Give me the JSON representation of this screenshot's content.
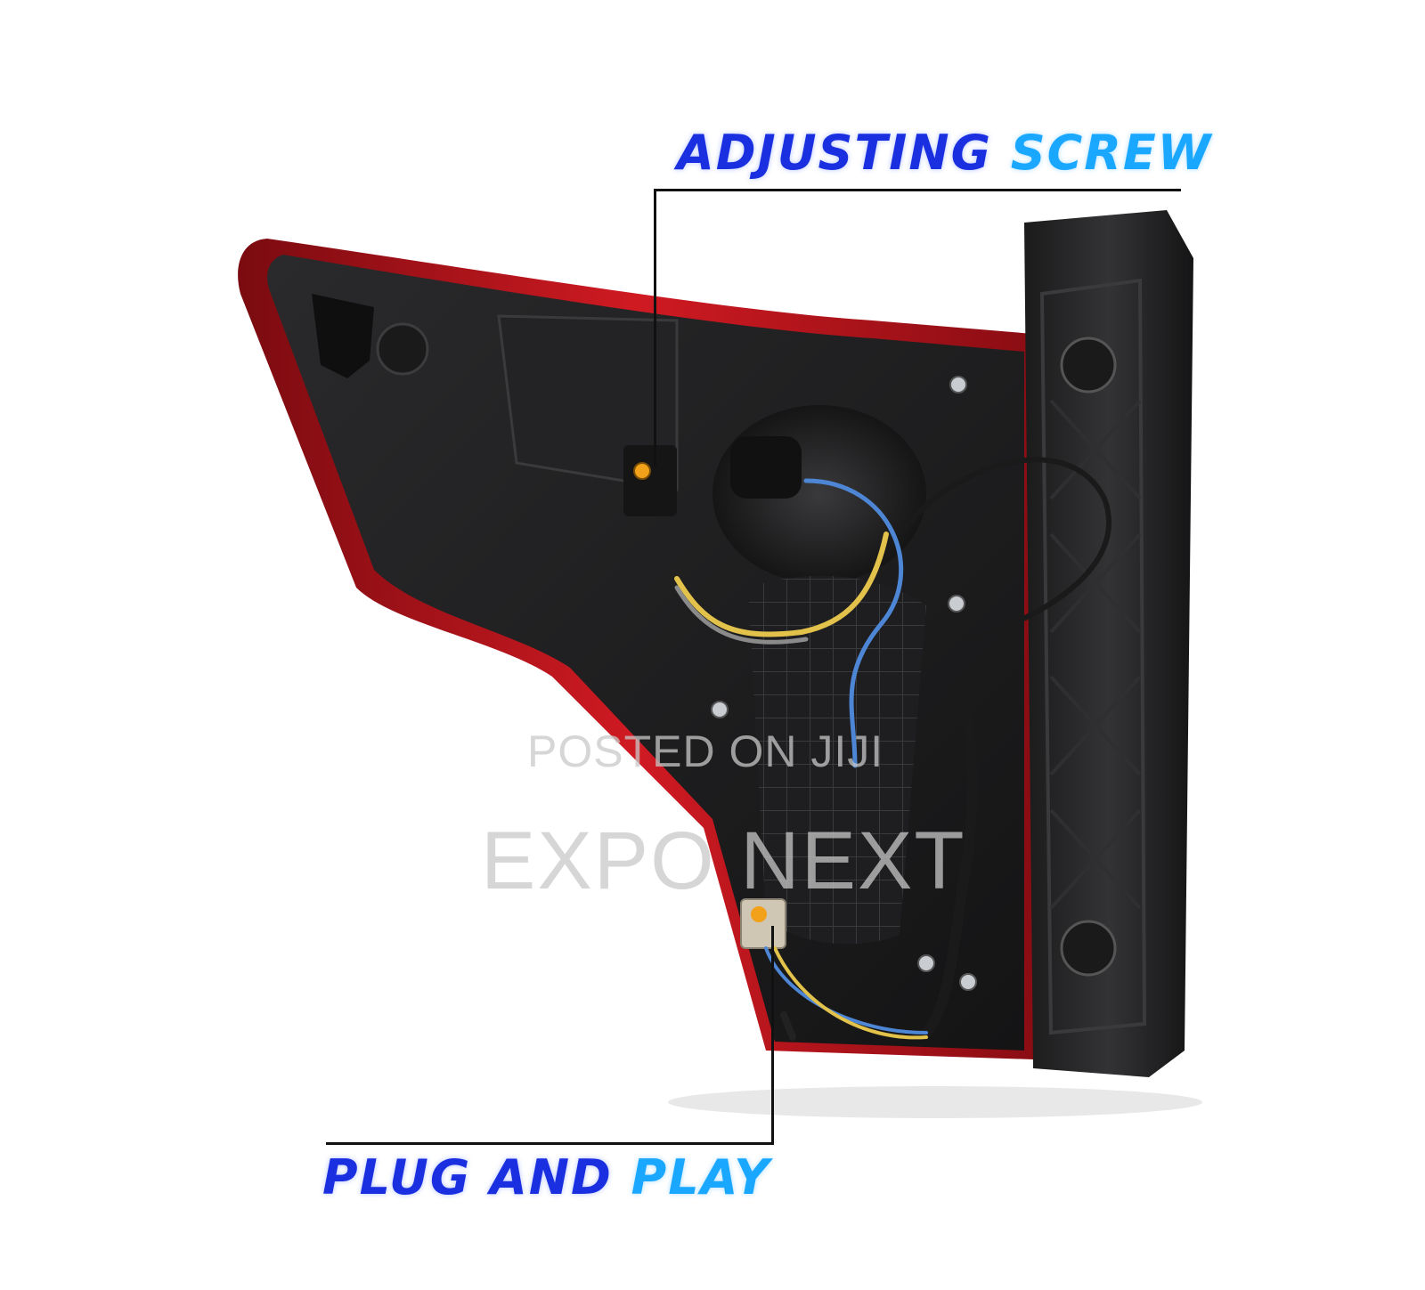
{
  "callouts": {
    "adjusting_screw": {
      "word1": "ADJUSTING",
      "word2": "SCREW"
    },
    "plug_and_play": {
      "word1": "PLUG",
      "word2": "AND",
      "word3": "PLAY"
    }
  },
  "watermark": {
    "line1": "POSTED ON JIJI",
    "line2": "EXPO NEXT"
  },
  "colors": {
    "accent_dark_blue": "#1a2fe0",
    "accent_light_blue": "#1aa7ff",
    "lamp_red": "#c0141c",
    "housing_black": "#1c1c1e"
  }
}
